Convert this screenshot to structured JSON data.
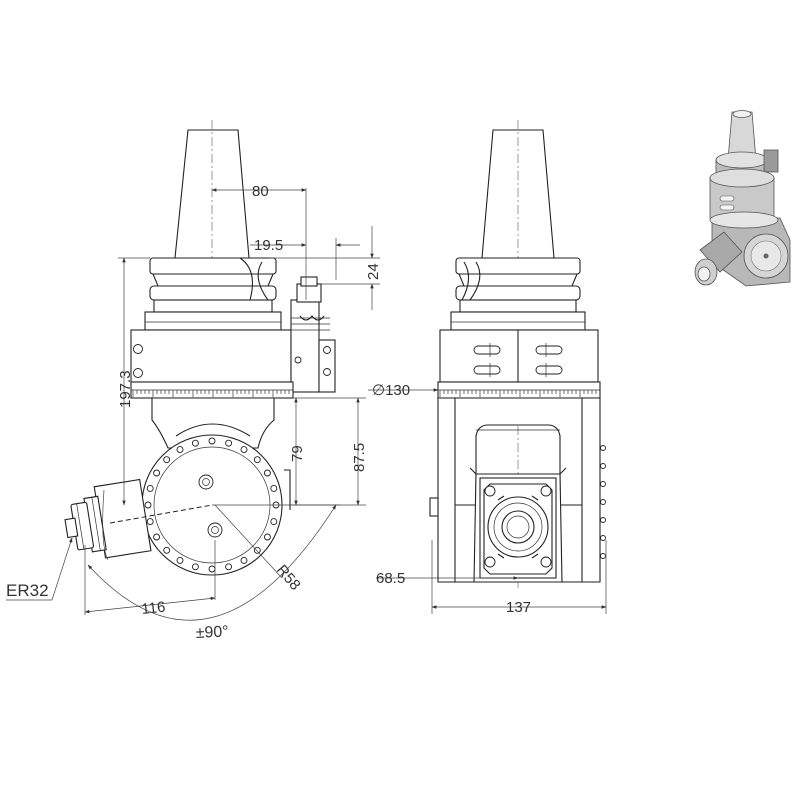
{
  "dimensions": {
    "d80": "80",
    "d19_5": "19.5",
    "d24": "24",
    "d197_3": "197.3",
    "d79": "79",
    "d87_5": "87.5",
    "d130": "∅130",
    "d68_5": "68.5",
    "d137": "137",
    "d116": "116",
    "r58": "R58",
    "angle": "±90°",
    "collet": "ER32"
  }
}
